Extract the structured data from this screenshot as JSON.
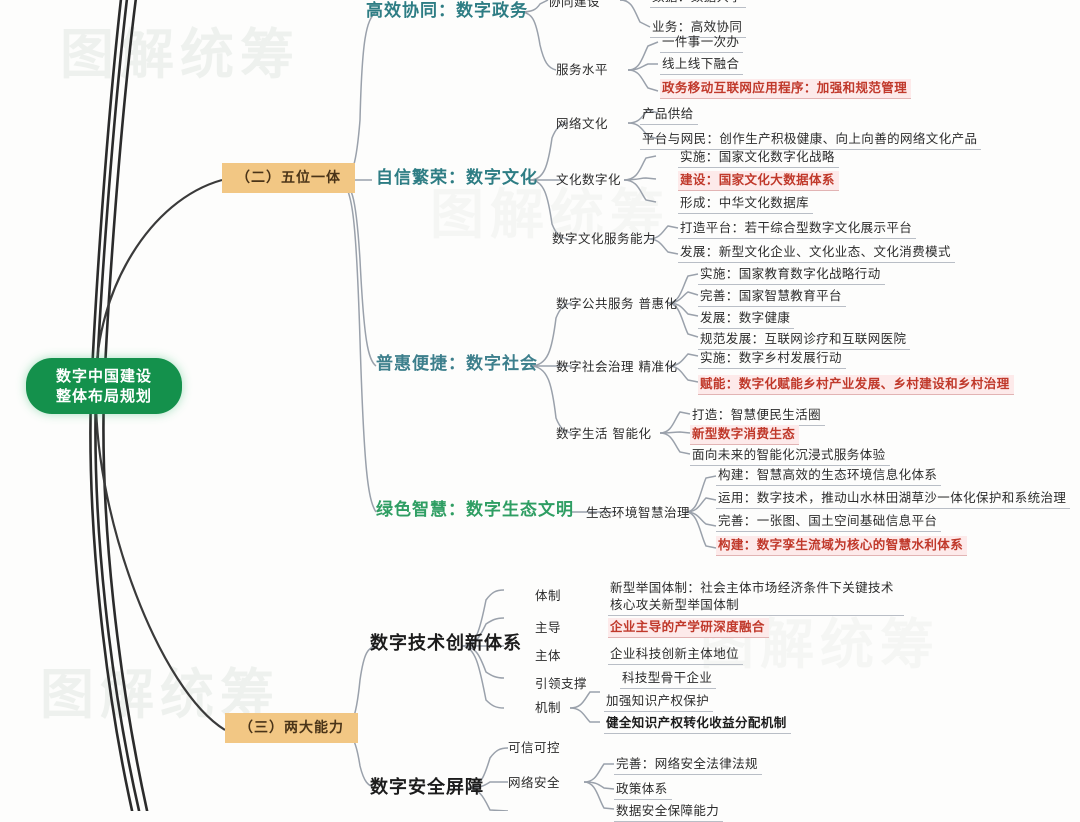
{
  "watermark": "图解统筹",
  "root": {
    "line1": "数字中国建设",
    "line2": "整体布局规划"
  },
  "categories": [
    {
      "id": "cat-2",
      "label": "（二）五位一体"
    },
    {
      "id": "cat-3",
      "label": "（三）两大能力"
    }
  ],
  "colors": {
    "root_bg": "#14914c",
    "category_bg": "#f2c784",
    "teal": "#2e7d84",
    "steel": "#3d7f8c",
    "green": "#2f9e63",
    "highlight_red": "#c0392b",
    "highlight_bg": "#fdeaea",
    "leaf_rule": "#b9bec6"
  },
  "branches": {
    "digital_government": {
      "heading": "高效协同：数字政务",
      "groups": [
        {
          "label": "协同建设",
          "items": [
            {
              "text": "数据：数据共享",
              "style": "normal"
            },
            {
              "text": "业务：高效协同",
              "style": "normal"
            }
          ]
        },
        {
          "label": "服务水平",
          "items": [
            {
              "text": "一件事一次办",
              "style": "normal"
            },
            {
              "text": "线上线下融合",
              "style": "normal"
            },
            {
              "text": "政务移动互联网应用程序：加强和规范管理",
              "style": "red"
            }
          ]
        }
      ]
    },
    "digital_culture": {
      "heading": "自信繁荣：数字文化",
      "groups": [
        {
          "label": "网络文化",
          "items": [
            {
              "text": "产品供给",
              "style": "normal"
            },
            {
              "text": "平台与网民：创作生产积极健康、向上向善的网络文化产品",
              "style": "normal"
            }
          ]
        },
        {
          "label": "文化数字化",
          "items": [
            {
              "text": "实施：国家文化数字化战略",
              "style": "normal"
            },
            {
              "text": "建设：国家文化大数据体系",
              "style": "red"
            },
            {
              "text": "形成：中华文化数据库",
              "style": "normal"
            }
          ]
        },
        {
          "label": "数字文化服务能力",
          "items": [
            {
              "text": "打造平台：若干综合型数字文化展示平台",
              "style": "normal"
            },
            {
              "text": "发展：新型文化企业、文化业态、文化消费模式",
              "style": "normal"
            }
          ]
        }
      ]
    },
    "digital_society": {
      "heading": "普惠便捷：数字社会",
      "groups": [
        {
          "label": "数字公共服务  普惠化",
          "items": [
            {
              "text": "实施：国家教育数字化战略行动",
              "style": "normal"
            },
            {
              "text": "完善：国家智慧教育平台",
              "style": "normal"
            },
            {
              "text": "发展：数字健康",
              "style": "normal"
            },
            {
              "text": "规范发展：互联网诊疗和互联网医院",
              "style": "normal"
            }
          ]
        },
        {
          "label": "数字社会治理  精准化",
          "items": [
            {
              "text": "实施：数字乡村发展行动",
              "style": "normal"
            },
            {
              "text": "赋能：数字化赋能乡村产业发展、乡村建设和乡村治理",
              "style": "red"
            }
          ]
        },
        {
          "label": "数字生活  智能化",
          "items": [
            {
              "text": "打造：智慧便民生活圈",
              "style": "normal"
            },
            {
              "text": "新型数字消费生态",
              "style": "red"
            },
            {
              "text": "面向未来的智能化沉浸式服务体验",
              "style": "normal"
            }
          ]
        }
      ]
    },
    "digital_ecology": {
      "heading": "绿色智慧：数字生态文明",
      "groups": [
        {
          "label": "生态环境智慧治理",
          "items": [
            {
              "text": "构建：智慧高效的生态环境信息化体系",
              "style": "normal"
            },
            {
              "text": "运用：数字技术，推动山水林田湖草沙一体化保护和系统治理",
              "style": "normal"
            },
            {
              "text": "完善：一张图、国土空间基础信息平台",
              "style": "normal"
            },
            {
              "text": "构建：数字孪生流域为核心的智慧水利体系",
              "style": "red"
            }
          ]
        }
      ]
    },
    "tech_innovation": {
      "heading": "数字技术创新体系",
      "groups": [
        {
          "label": "体制",
          "items": [
            {
              "text": "新型举国体制：社会主体市场经济条件下关键技术核心攻关新型举国体制",
              "style": "normal",
              "multiline": true
            }
          ]
        },
        {
          "label": "主导",
          "items": [
            {
              "text": "企业主导的产学研深度融合",
              "style": "red"
            }
          ]
        },
        {
          "label": "主体",
          "items": [
            {
              "text": "企业科技创新主体地位",
              "style": "normal"
            }
          ]
        },
        {
          "label": "引领支撑",
          "items": [
            {
              "text": "科技型骨干企业",
              "style": "normal"
            }
          ]
        },
        {
          "label": "机制",
          "items": [
            {
              "text": "加强知识产权保护",
              "style": "normal"
            },
            {
              "text": "健全知识产权转化收益分配机制",
              "style": "bold"
            }
          ]
        }
      ]
    },
    "security_barrier": {
      "heading": "数字安全屏障",
      "groups": [
        {
          "label": "可信可控",
          "items": []
        },
        {
          "label": "网络安全",
          "items": [
            {
              "text": "完善：网络安全法律法规",
              "style": "normal"
            },
            {
              "text": "政策体系",
              "style": "normal"
            },
            {
              "text": "数据安全保障能力",
              "style": "normal"
            }
          ]
        }
      ]
    }
  }
}
